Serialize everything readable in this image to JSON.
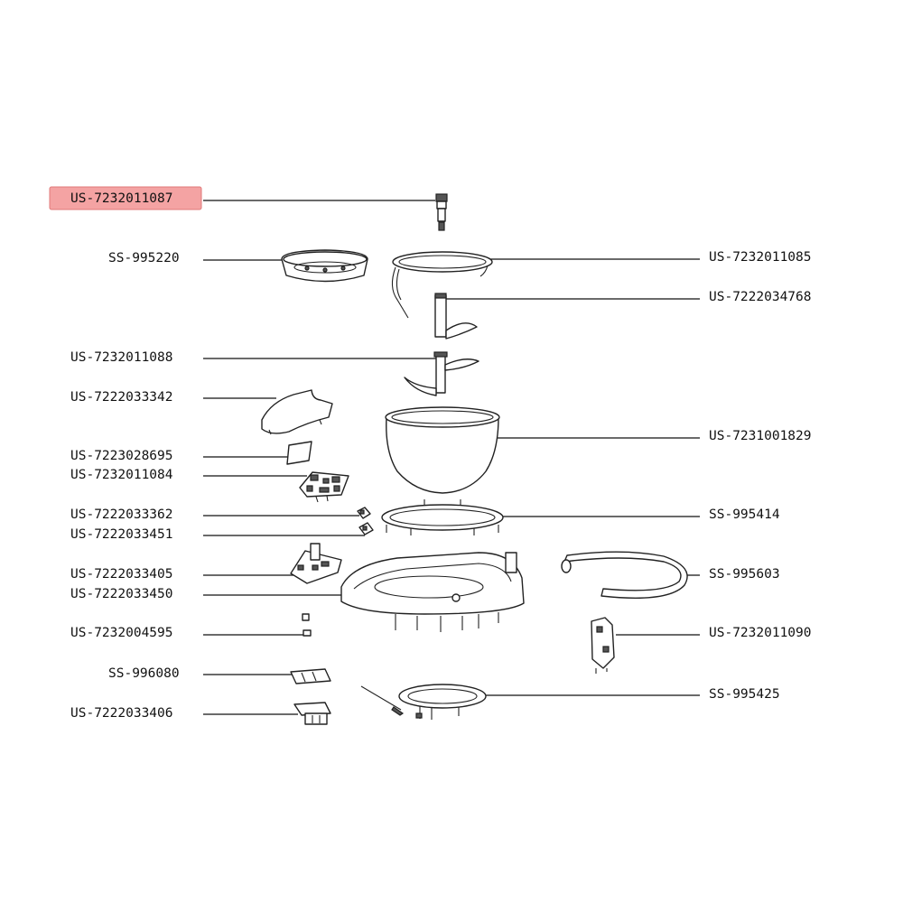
{
  "highlight_color": "#f4a3a3",
  "parts_left": [
    {
      "code": "US-7232011087",
      "highlighted": true
    },
    {
      "code": "SS-995220"
    },
    {
      "code": "US-7232011088"
    },
    {
      "code": "US-7222033342"
    },
    {
      "code": "US-7223028695"
    },
    {
      "code": "US-7232011084"
    },
    {
      "code": "US-7222033362"
    },
    {
      "code": "US-7222033451"
    },
    {
      "code": "US-7222033405"
    },
    {
      "code": "US-7222033450"
    },
    {
      "code": "US-7232004595"
    },
    {
      "code": "SS-996080"
    },
    {
      "code": "US-7222033406"
    }
  ],
  "parts_right": [
    {
      "code": "US-7232011085"
    },
    {
      "code": "US-7222034768"
    },
    {
      "code": "US-7231001829"
    },
    {
      "code": "SS-995414"
    },
    {
      "code": "SS-995603"
    },
    {
      "code": "US-7232011090"
    },
    {
      "code": "SS-995425"
    }
  ]
}
